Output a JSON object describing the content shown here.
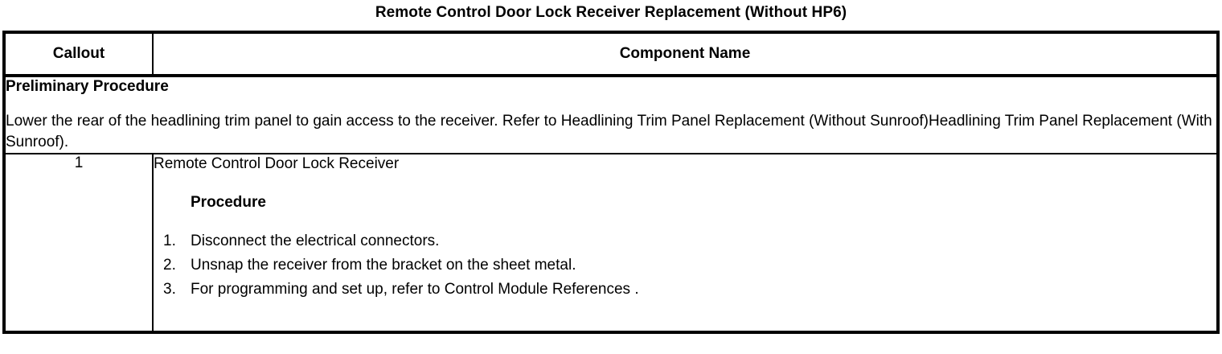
{
  "document": {
    "title": "Remote Control Door Lock Receiver Replacement (Without HP6)"
  },
  "table": {
    "headers": {
      "callout": "Callout",
      "component_name": "Component Name"
    },
    "preliminary": {
      "heading": "Preliminary Procedure",
      "body": "Lower the rear of the headlining trim panel to gain access to the receiver. Refer to Headlining Trim Panel Replacement (Without Sunroof)Headlining Trim Panel Replacement (With Sunroof)."
    },
    "rows": [
      {
        "callout": "1",
        "component_name": "Remote Control Door Lock Receiver",
        "sub_heading": "Procedure",
        "steps": [
          {
            "number": "1.",
            "text": "Disconnect the electrical connectors."
          },
          {
            "number": "2.",
            "text": "Unsnap the receiver from the bracket on the sheet metal."
          },
          {
            "number": "3.",
            "text": "For programming and set up, refer to Control Module References ."
          }
        ]
      }
    ]
  }
}
